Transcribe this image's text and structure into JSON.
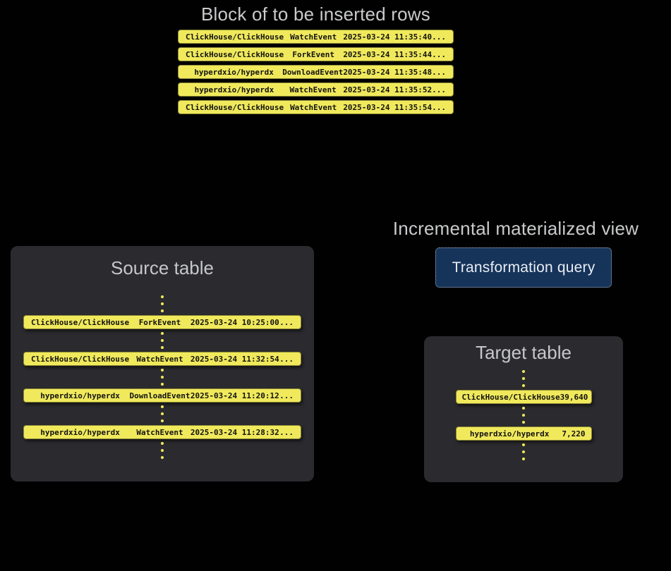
{
  "colors": {
    "background": "#010101",
    "row_yellow": "#f0e95c",
    "panel_gray": "#2b2b2f",
    "query_navy": "#16335a",
    "heading_gray": "#c9cacc"
  },
  "insert_block": {
    "title": "Block of to be inserted rows",
    "rows": [
      {
        "repo": "ClickHouse/ClickHouse",
        "event": "WatchEvent",
        "timestamp": "2025-03-24 11:35:40",
        "more": "..."
      },
      {
        "repo": "ClickHouse/ClickHouse",
        "event": "ForkEvent",
        "timestamp": "2025-03-24 11:35:44",
        "more": "..."
      },
      {
        "repo": "hyperdxio/hyperdx",
        "event": "DownloadEvent",
        "timestamp": "2025-03-24 11:35:48",
        "more": "..."
      },
      {
        "repo": "hyperdxio/hyperdx",
        "event": "WatchEvent",
        "timestamp": "2025-03-24 11:35:52",
        "more": "..."
      },
      {
        "repo": "ClickHouse/ClickHouse",
        "event": "WatchEvent",
        "timestamp": "2025-03-24 11:35:54",
        "more": "..."
      }
    ]
  },
  "materialized_view": {
    "title": "Incremental materialized view",
    "query_label": "Transformation query"
  },
  "source_table": {
    "title": "Source table",
    "rows": [
      {
        "repo": "ClickHouse/ClickHouse",
        "event": "ForkEvent",
        "timestamp": "2025-03-24 10:25:00",
        "more": "..."
      },
      {
        "repo": "ClickHouse/ClickHouse",
        "event": "WatchEvent",
        "timestamp": "2025-03-24 11:32:54",
        "more": "..."
      },
      {
        "repo": "hyperdxio/hyperdx",
        "event": "DownloadEvent",
        "timestamp": "2025-03-24 11:20:12",
        "more": "..."
      },
      {
        "repo": "hyperdxio/hyperdx",
        "event": "WatchEvent",
        "timestamp": "2025-03-24 11:28:32",
        "more": "..."
      }
    ]
  },
  "target_table": {
    "title": "Target table",
    "rows": [
      {
        "repo": "ClickHouse/ClickHouse",
        "count": "39,640"
      },
      {
        "repo": "hyperdxio/hyperdx",
        "count": "7,220"
      }
    ]
  }
}
